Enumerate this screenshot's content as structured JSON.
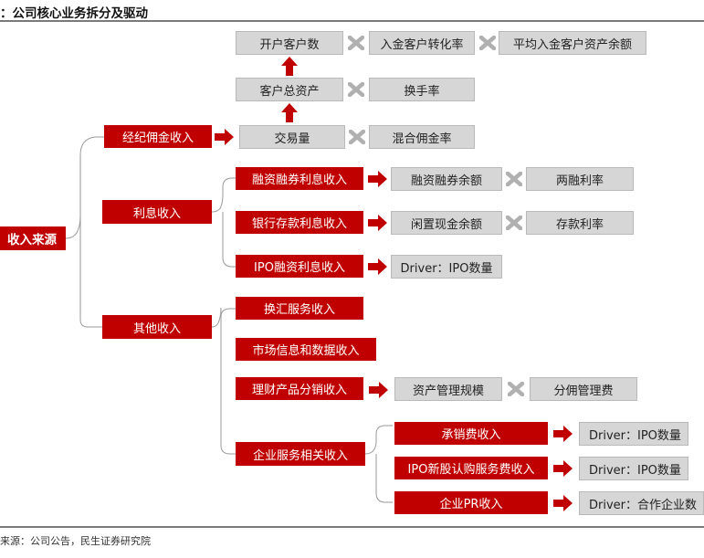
{
  "title": "：公司核心业务拆分及驱动",
  "source": "来源：公司公告，民生证券研究院",
  "root": "收入来源",
  "colors": {
    "red": "#c00000",
    "gray_box": "#d6d6d6",
    "cross": "#b0b0b0",
    "line": "#9a9a9a"
  },
  "icons": {
    "arrow": "red-right-arrow-icon",
    "up": "red-up-arrow-icon",
    "times": "gray-multiply-icon"
  },
  "brokerage": {
    "label": "经纪佣金收入",
    "volume": "交易量",
    "commission_rate": "混合佣金率",
    "total_assets": "客户总资产",
    "turnover": "换手率",
    "open_accounts": "开户客户数",
    "deposit_conversion": "入金客户转化率",
    "avg_assets": "平均入金客户资产余额"
  },
  "interest": {
    "label": "利息收入",
    "margin_income": "融资融券利息收入",
    "margin_balance": "融资融券余额",
    "margin_rate": "两融利率",
    "bank_income": "银行存款利息收入",
    "idle_cash": "闲置现金余额",
    "deposit_rate": "存款利率",
    "ipo_income": "IPO融资利息收入",
    "ipo_driver": "Driver：IPO数量"
  },
  "other": {
    "label": "其他收入",
    "fx": "换汇服务收入",
    "market_data": "市场信息和数据收入",
    "wealth": "理财产品分销收入",
    "aum": "资产管理规模",
    "fee_rate": "分佣管理费",
    "corporate": "企业服务相关收入",
    "underwriting": "承销费收入",
    "underwriting_driver": "Driver：IPO数量",
    "ipo_subscription": "IPO新股认购服务费收入",
    "ipo_subscription_driver": "Driver：IPO数量",
    "pr": "企业PR收入",
    "pr_driver": "Driver：合作企业数"
  }
}
